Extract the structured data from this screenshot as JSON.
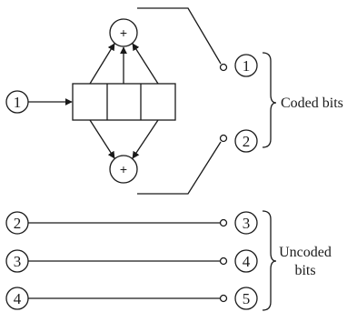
{
  "adders": {
    "top_symbol": "+",
    "bottom_symbol": "+"
  },
  "input": {
    "label": "1"
  },
  "coded_outputs": {
    "top_label": "1",
    "bottom_label": "2",
    "group_label": "Coded bits"
  },
  "uncoded": {
    "rows": [
      {
        "in": "2",
        "out": "3"
      },
      {
        "in": "3",
        "out": "4"
      },
      {
        "in": "4",
        "out": "5"
      }
    ],
    "group_label_line1": "Uncoded",
    "group_label_line2": "bits"
  },
  "colors": {
    "ink": "#1a1a1a",
    "background": "#ffffff"
  }
}
